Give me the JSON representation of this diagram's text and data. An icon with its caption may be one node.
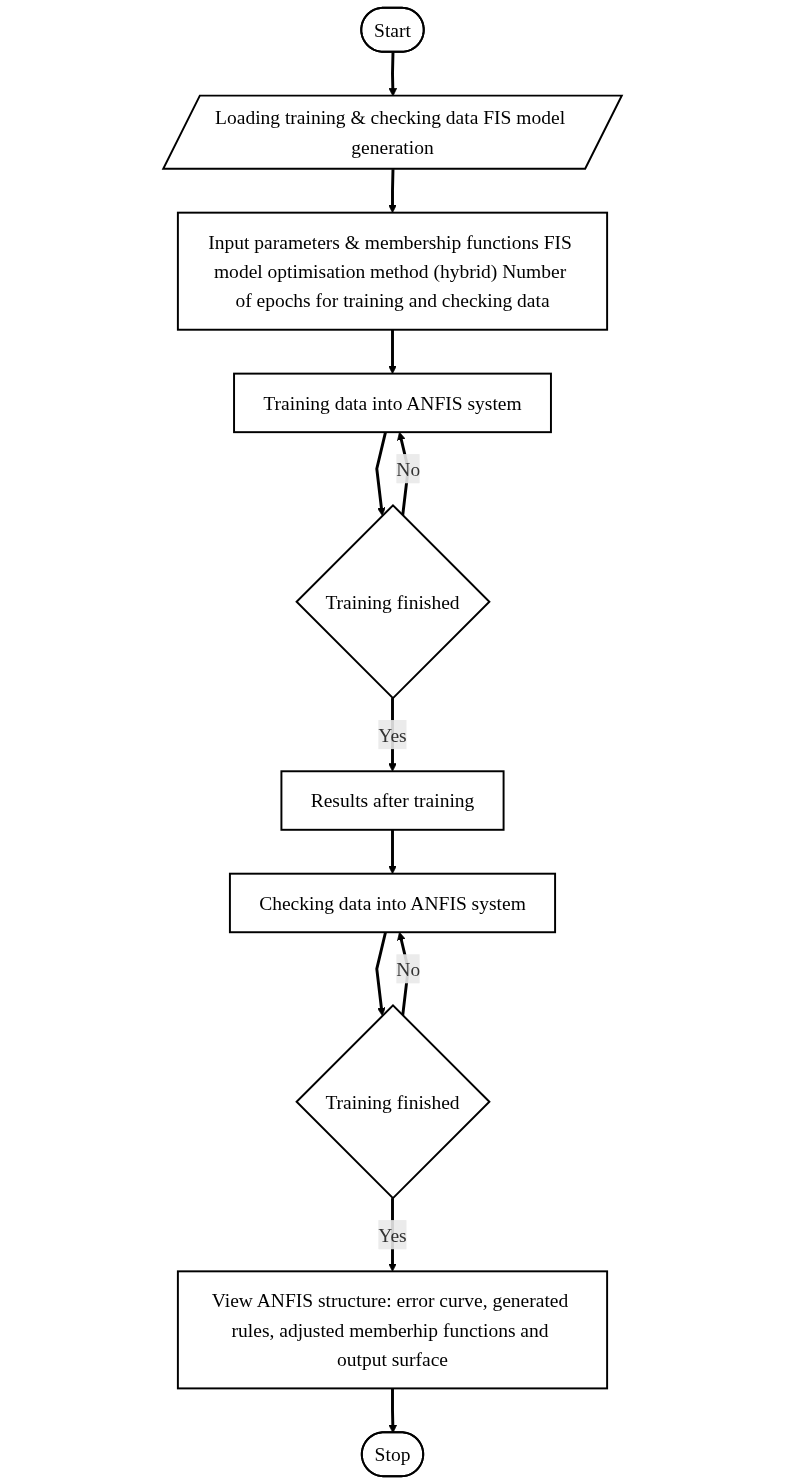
{
  "diagram": {
    "nodes": [
      {
        "text": [
          "Start"
        ]
      },
      {
        "text": [
          "Loading training & checking data FIS model generation"
        ]
      },
      {
        "text": [
          "Input parameters & membership functions FIS model optimisation method (hybrid) Number of epochs for training and checking data"
        ]
      },
      {
        "text": [
          "Training data into ANFIS system"
        ]
      },
      {
        "text": [
          "Training finished"
        ]
      },
      {
        "text": [
          "Results after training"
        ]
      },
      {
        "text": [
          "Checking data into ANFIS system"
        ]
      },
      {
        "text": [
          "Training finished"
        ]
      },
      {
        "text": [
          "View ANFIS structure: error curve, generated rules, adjusted memberhip functions and output surface"
        ]
      },
      {
        "text": [
          "Stop"
        ]
      }
    ],
    "edges": [
      {
        "from": 0,
        "to": 1,
        "arrow": "to"
      },
      {
        "from": 1,
        "to": 2,
        "arrow": "to"
      },
      {
        "from": 2,
        "to": 3,
        "arrow": "to"
      },
      {
        "from": 3,
        "to": 4,
        "arrow": "to"
      },
      {
        "from": 4,
        "to": 3,
        "arrow": "to",
        "label": "No"
      },
      {
        "from": 4,
        "to": 5,
        "arrow": "to",
        "label": "Yes"
      },
      {
        "from": 5,
        "to": 6,
        "arrow": "to"
      },
      {
        "from": 6,
        "to": 7,
        "arrow": "to"
      },
      {
        "from": 7,
        "to": 6,
        "arrow": "to",
        "label": "No"
      },
      {
        "from": 7,
        "to": 8,
        "arrow": "to",
        "label": "Yes"
      },
      {
        "from": 8,
        "to": 9,
        "arrow": "to"
      }
    ]
  }
}
